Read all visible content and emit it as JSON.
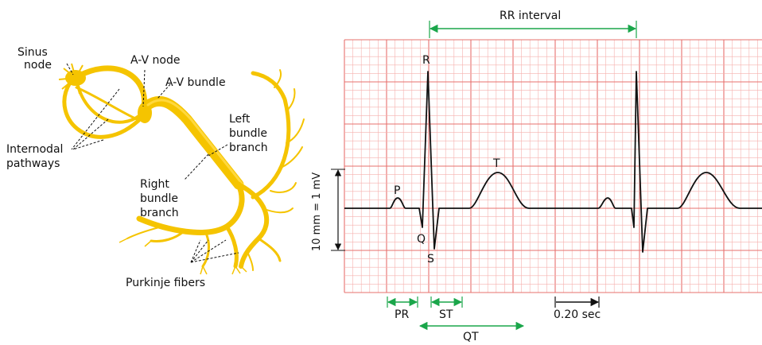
{
  "colors": {
    "conduction": "#f5c400",
    "conduction_light": "#ffd83d",
    "grid_minor": "#f6b0ae",
    "grid_major": "#e7716e",
    "trace": "#111111",
    "interval_arrow": "#1aa64a",
    "scale_arrow": "#111111"
  },
  "heart_labels": {
    "sinus_node": [
      "Sinus",
      "node"
    ],
    "av_node": "A-V node",
    "av_bundle": "A-V bundle",
    "left_bundle_branch": [
      "Left",
      "bundle",
      "branch"
    ],
    "internodal_pathways": [
      "Internodal",
      "pathways"
    ],
    "right_bundle_branch": [
      "Right",
      "bundle",
      "branch"
    ],
    "purkinje_fibers": "Purkinje fibers"
  },
  "ecg": {
    "wave_labels": {
      "p": "P",
      "q": "Q",
      "r": "R",
      "s": "S",
      "t": "T"
    },
    "rr_interval_label": "RR interval",
    "amplitude_scale_label": "10 mm = 1 mV",
    "intervals": {
      "pr": "PR",
      "st": "ST",
      "qt": "QT",
      "time_scale": "0.20 sec"
    }
  }
}
